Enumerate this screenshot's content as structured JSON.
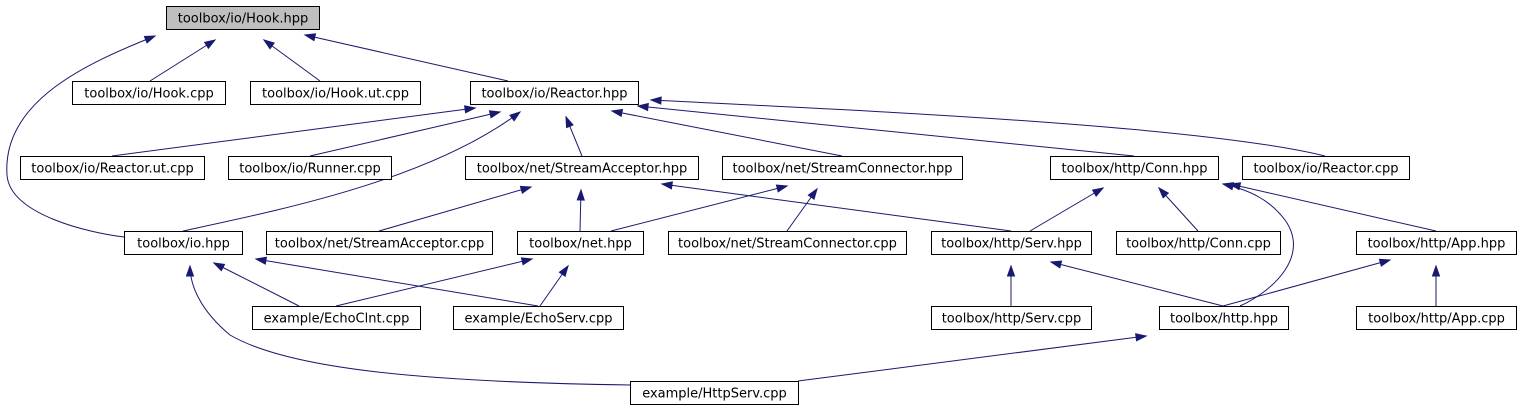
{
  "graph": {
    "colors": {
      "edge": "#191970",
      "root_fill": "#bfbfbf",
      "node_fill": "#ffffff",
      "border": "#000000"
    },
    "nodes": [
      {
        "id": "hook_hpp",
        "label": "toolbox/io/Hook.hpp",
        "root": true
      },
      {
        "id": "hook_cpp",
        "label": "toolbox/io/Hook.cpp"
      },
      {
        "id": "hook_ut",
        "label": "toolbox/io/Hook.ut.cpp"
      },
      {
        "id": "reactor_hpp",
        "label": "toolbox/io/Reactor.hpp"
      },
      {
        "id": "reactor_ut",
        "label": "toolbox/io/Reactor.ut.cpp"
      },
      {
        "id": "runner_cpp",
        "label": "toolbox/io/Runner.cpp"
      },
      {
        "id": "sacc_hpp",
        "label": "toolbox/net/StreamAcceptor.hpp"
      },
      {
        "id": "scon_hpp",
        "label": "toolbox/net/StreamConnector.hpp"
      },
      {
        "id": "conn_hpp",
        "label": "toolbox/http/Conn.hpp"
      },
      {
        "id": "reactor_cpp",
        "label": "toolbox/io/Reactor.cpp"
      },
      {
        "id": "io_hpp",
        "label": "toolbox/io.hpp"
      },
      {
        "id": "sacc_cpp",
        "label": "toolbox/net/StreamAcceptor.cpp"
      },
      {
        "id": "net_hpp",
        "label": "toolbox/net.hpp"
      },
      {
        "id": "scon_cpp",
        "label": "toolbox/net/StreamConnector.cpp"
      },
      {
        "id": "serv_hpp",
        "label": "toolbox/http/Serv.hpp"
      },
      {
        "id": "conn_cpp",
        "label": "toolbox/http/Conn.cpp"
      },
      {
        "id": "app_hpp",
        "label": "toolbox/http/App.hpp"
      },
      {
        "id": "echoclnt",
        "label": "example/EchoClnt.cpp"
      },
      {
        "id": "echoserv",
        "label": "example/EchoServ.cpp"
      },
      {
        "id": "serv_cpp",
        "label": "toolbox/http/Serv.cpp"
      },
      {
        "id": "http_hpp",
        "label": "toolbox/http.hpp"
      },
      {
        "id": "app_cpp",
        "label": "toolbox/http/App.cpp"
      },
      {
        "id": "httpserv",
        "label": "example/HttpServ.cpp"
      }
    ],
    "edges": [
      {
        "from": "hook_hpp",
        "to": "hook_cpp"
      },
      {
        "from": "hook_hpp",
        "to": "hook_ut"
      },
      {
        "from": "hook_hpp",
        "to": "reactor_hpp"
      },
      {
        "from": "hook_hpp",
        "to": "io_hpp"
      },
      {
        "from": "reactor_hpp",
        "to": "reactor_ut"
      },
      {
        "from": "reactor_hpp",
        "to": "runner_cpp"
      },
      {
        "from": "reactor_hpp",
        "to": "sacc_hpp"
      },
      {
        "from": "reactor_hpp",
        "to": "scon_hpp"
      },
      {
        "from": "reactor_hpp",
        "to": "conn_hpp"
      },
      {
        "from": "reactor_hpp",
        "to": "reactor_cpp"
      },
      {
        "from": "reactor_hpp",
        "to": "io_hpp"
      },
      {
        "from": "sacc_hpp",
        "to": "sacc_cpp"
      },
      {
        "from": "sacc_hpp",
        "to": "net_hpp"
      },
      {
        "from": "sacc_hpp",
        "to": "serv_hpp"
      },
      {
        "from": "scon_hpp",
        "to": "net_hpp"
      },
      {
        "from": "scon_hpp",
        "to": "scon_cpp"
      },
      {
        "from": "conn_hpp",
        "to": "serv_hpp"
      },
      {
        "from": "conn_hpp",
        "to": "conn_cpp"
      },
      {
        "from": "conn_hpp",
        "to": "app_hpp"
      },
      {
        "from": "conn_hpp",
        "to": "http_hpp"
      },
      {
        "from": "io_hpp",
        "to": "echoclnt"
      },
      {
        "from": "io_hpp",
        "to": "echoserv"
      },
      {
        "from": "io_hpp",
        "to": "httpserv"
      },
      {
        "from": "net_hpp",
        "to": "echoclnt"
      },
      {
        "from": "net_hpp",
        "to": "echoserv"
      },
      {
        "from": "serv_hpp",
        "to": "serv_cpp"
      },
      {
        "from": "serv_hpp",
        "to": "http_hpp"
      },
      {
        "from": "app_hpp",
        "to": "http_hpp"
      },
      {
        "from": "app_hpp",
        "to": "app_cpp"
      },
      {
        "from": "http_hpp",
        "to": "httpserv"
      }
    ]
  }
}
